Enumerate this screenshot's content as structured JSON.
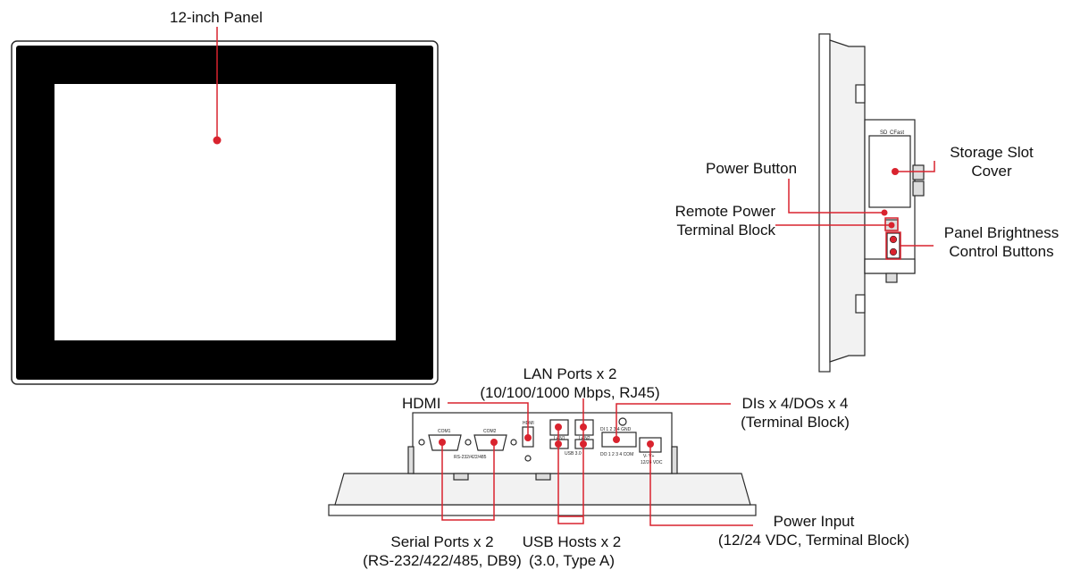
{
  "labels": {
    "panel": "12-inch Panel",
    "power_button": "Power Button",
    "remote_power_l1": "Remote Power",
    "remote_power_l2": "Terminal Block",
    "storage_l1": "Storage Slot",
    "storage_l2": "Cover",
    "brightness_l1": "Panel Brightness",
    "brightness_l2": "Control Buttons",
    "lan_l1": "LAN Ports x 2",
    "lan_l2": "(10/100/1000 Mbps, RJ45)",
    "hdmi": "HDMI",
    "dio_l1": "DIs x 4/DOs x 4",
    "dio_l2": "(Terminal Block)",
    "serial_l1": "Serial Ports x 2",
    "serial_l2": "(RS-232/422/485, DB9)",
    "usb_l1": "USB Hosts x 2",
    "usb_l2": "(3.0, Type A)",
    "power_in_l1": "Power Input",
    "power_in_l2": "(12/24 VDC, Terminal Block)"
  },
  "device_markings": {
    "com1": "COM1",
    "com2": "COM2",
    "serial_std": "RS-232/422/485",
    "hdmi": "HDMI",
    "lan1": "LAN1",
    "lan2": "LAN2",
    "usb": "USB 3.0",
    "di_row": "DI  1  2  3  4  GND",
    "do_row": "DO  1  2  3  4  COM",
    "pwr_v": "V-  V+",
    "pwr_rating": "12/24 VDC",
    "sd": "SD",
    "cfast": "CFast"
  },
  "colors": {
    "callout": "#d9232e",
    "outline": "#2a2a2a",
    "bezel": "#000000",
    "fill": "#ececec"
  }
}
